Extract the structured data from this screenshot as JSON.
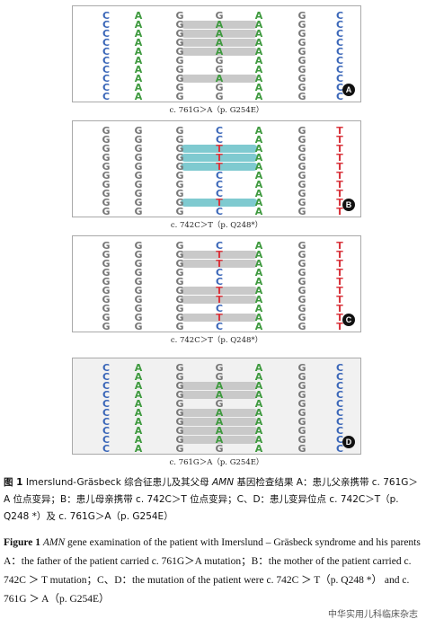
{
  "panels": [
    {
      "id": "A",
      "label": "c. 761G＞A（p. G254E）",
      "bg": "#ffffff",
      "columns": [
        {
          "letters": "CCCCCCCCCC",
          "color": "#3a66b8"
        },
        {
          "letters": "AAAAAAAAAA",
          "color": "#3f9a3f"
        },
        {
          "letters": "GGGGGGGGGG",
          "color": "#777777"
        },
        {
          "letters": "GGGGGGGGGG",
          "color": "#777777"
        },
        {
          "letters": "AAAAAAAAAA",
          "color": "#3f9a3f"
        },
        {
          "letters": "GGGGGGGGGG",
          "color": "#777777"
        },
        {
          "letters": "CCCCCCCCCC",
          "color": "#3a66b8"
        }
      ],
      "highlight_rows": [
        1,
        2,
        3,
        4,
        7
      ],
      "highlight_color": "#c9c9c9",
      "mutant_letter": "A",
      "mutant_color": "#3f9a3f",
      "mutant_col": 3
    },
    {
      "id": "B",
      "label": "c. 742C＞T（p. Q248*）",
      "bg": "#ffffff",
      "columns": [
        {
          "letters": "GGGGGGGGGG",
          "color": "#777777"
        },
        {
          "letters": "GGGGGGGGGG",
          "color": "#777777"
        },
        {
          "letters": "GGGGGGGGGG",
          "color": "#777777"
        },
        {
          "letters": "CCCCCCCCCC",
          "color": "#3a66b8"
        },
        {
          "letters": "AAAAAAAAAA",
          "color": "#3f9a3f"
        },
        {
          "letters": "GGGGGGGGGG",
          "color": "#777777"
        },
        {
          "letters": "TTTTTTTTTT",
          "color": "#d9363e"
        }
      ],
      "highlight_rows": [
        2,
        3,
        4,
        8
      ],
      "highlight_color": "#7fcad0",
      "mutant_letter": "T",
      "mutant_color": "#d9363e",
      "mutant_col": 3
    },
    {
      "id": "C",
      "label": "c. 742C＞T（p. Q248*）",
      "bg": "#ffffff",
      "columns": [
        {
          "letters": "GGGGGGGGGG",
          "color": "#777777"
        },
        {
          "letters": "GGGGGGGGGG",
          "color": "#777777"
        },
        {
          "letters": "GGGGGGGGGG",
          "color": "#777777"
        },
        {
          "letters": "CCCCCCCCCC",
          "color": "#3a66b8"
        },
        {
          "letters": "AAAAAAAAAA",
          "color": "#3f9a3f"
        },
        {
          "letters": "GGGGGGGGGG",
          "color": "#777777"
        },
        {
          "letters": "TTTTTTTTTT",
          "color": "#d9363e"
        }
      ],
      "highlight_rows": [
        1,
        2,
        5,
        6,
        8
      ],
      "highlight_color": "#c9c9c9",
      "mutant_letter": "T",
      "mutant_color": "#d9363e",
      "mutant_col": 3
    },
    {
      "id": "D",
      "label": "c. 761G＞A（p. G254E）",
      "bg": "#f1f1f1",
      "columns": [
        {
          "letters": "CCCCCCCCCC",
          "color": "#3a66b8"
        },
        {
          "letters": "AAAAAAAAAA",
          "color": "#3f9a3f"
        },
        {
          "letters": "GGGGGGGGGG",
          "color": "#777777"
        },
        {
          "letters": "GGGGGGGGGG",
          "color": "#777777"
        },
        {
          "letters": "AAAAAAAAAA",
          "color": "#3f9a3f"
        },
        {
          "letters": "GGGGGGGGGG",
          "color": "#777777"
        },
        {
          "letters": "CCCCCCCCCC",
          "color": "#3a66b8"
        }
      ],
      "highlight_rows": [
        2,
        3,
        5,
        6,
        7,
        8
      ],
      "highlight_color": "#c9c9c9",
      "mutant_letter": "A",
      "mutant_color": "#3f9a3f",
      "mutant_col": 3
    }
  ],
  "caption_cn": {
    "fig_label": "图 1",
    "title_pre": "Imerslund-Gräsbeck 综合征患儿及其父母 ",
    "gene": "AMN",
    "title_post": " 基因检查结果",
    "body": "A：患儿父亲携带 c. 761G＞A 位点变异；B：患儿母亲携带 c. 742C＞T 位点变异；C、D：患儿变异位点 c. 742C＞T（p. Q248 *）及 c. 761G＞A（p. G254E）"
  },
  "caption_en": {
    "fig_label": "Figure 1",
    "gene": "AMN",
    "text": " gene examination of the patient with Imerslund – Gräsbeck syndrome and his parents A：the father of the patient carried c. 761G＞A mutation；B：the mother of the patient carried c. 742C ＞ T mutation；C、D：the mutation of the patient were c. 742C ＞ T（p. Q248 *） and c. 761G ＞ A（p. G254E）"
  },
  "watermark": "中华实用儿科临床杂志"
}
